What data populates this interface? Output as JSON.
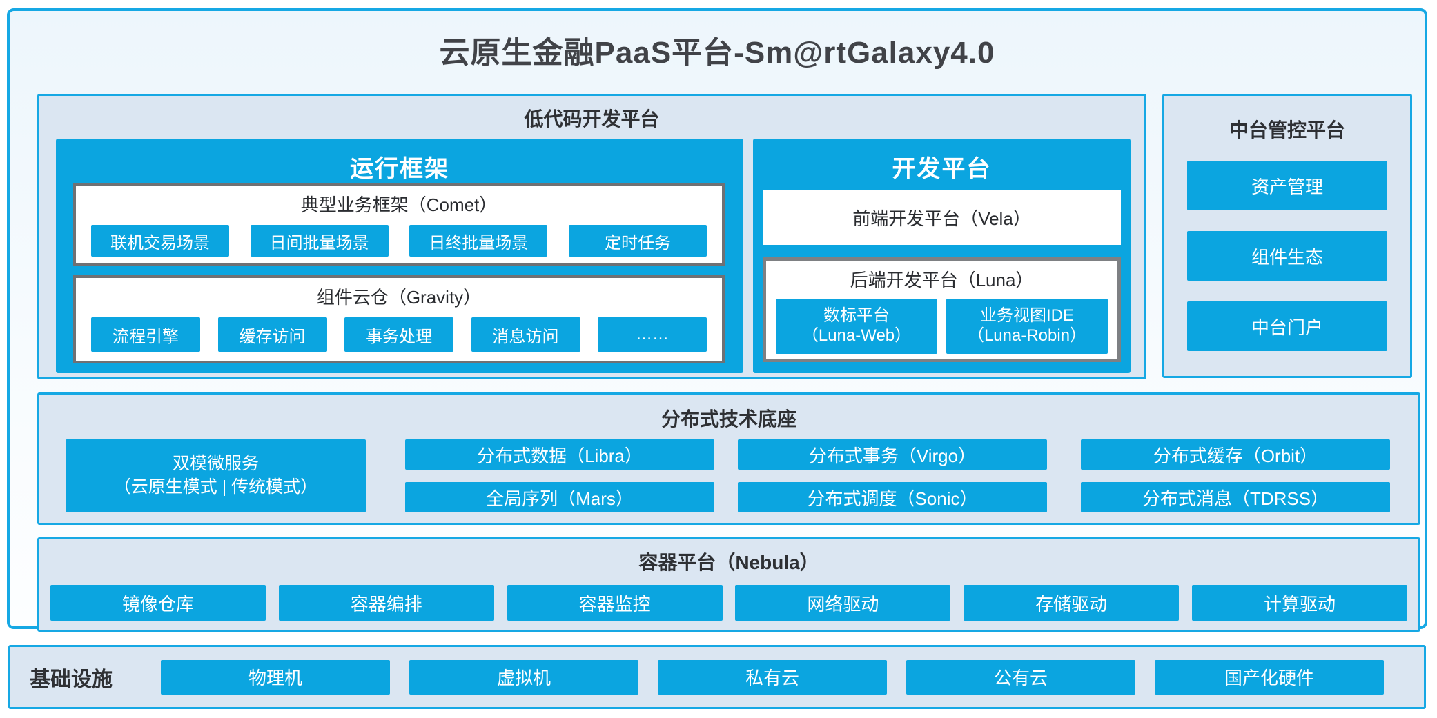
{
  "colors": {
    "accent": "#0ba5e0",
    "line": "#16a8e4",
    "panel_bg": "#dbe6f2",
    "ink": "#3a3c40",
    "box_border": "#6f7174"
  },
  "title": "云原生金融PaaS平台-Sm@rtGalaxy4.0",
  "lowcode": {
    "header": "低代码开发平台",
    "runtime": {
      "title": "运行框架",
      "comet": {
        "title": "典型业务框架（Comet）",
        "items": [
          "联机交易场景",
          "日间批量场景",
          "日终批量场景",
          "定时任务"
        ]
      },
      "gravity": {
        "title": "组件云仓（Gravity）",
        "items": [
          "流程引擎",
          "缓存访问",
          "事务处理",
          "消息访问",
          "……"
        ]
      }
    },
    "dev": {
      "title": "开发平台",
      "vela": "前端开发平台（Vela）",
      "luna": {
        "title": "后端开发平台（Luna）",
        "items": [
          {
            "line1": "数标平台",
            "line2": "（Luna-Web）"
          },
          {
            "line1": "业务视图IDE",
            "line2": "（Luna-Robin）"
          }
        ]
      }
    }
  },
  "midplatform": {
    "title": "中台管控平台",
    "items": [
      "资产管理",
      "组件生态",
      "中台门户"
    ]
  },
  "distributed": {
    "title": "分布式技术底座",
    "dual_mode": {
      "line1": "双模微服务",
      "line2": "（云原生模式 | 传统模式）"
    },
    "columns": [
      {
        "top": "分布式数据（Libra）",
        "bottom": "全局序列（Mars）"
      },
      {
        "top": "分布式事务（Virgo）",
        "bottom": "分布式调度（Sonic）"
      },
      {
        "top": "分布式缓存（Orbit）",
        "bottom": "分布式消息（TDRSS）"
      }
    ]
  },
  "container_platform": {
    "title": "容器平台（Nebula）",
    "items": [
      "镜像仓库",
      "容器编排",
      "容器监控",
      "网络驱动",
      "存储驱动",
      "计算驱动"
    ]
  },
  "infrastructure": {
    "label": "基础设施",
    "items": [
      "物理机",
      "虚拟机",
      "私有云",
      "公有云",
      "国产化硬件"
    ]
  }
}
